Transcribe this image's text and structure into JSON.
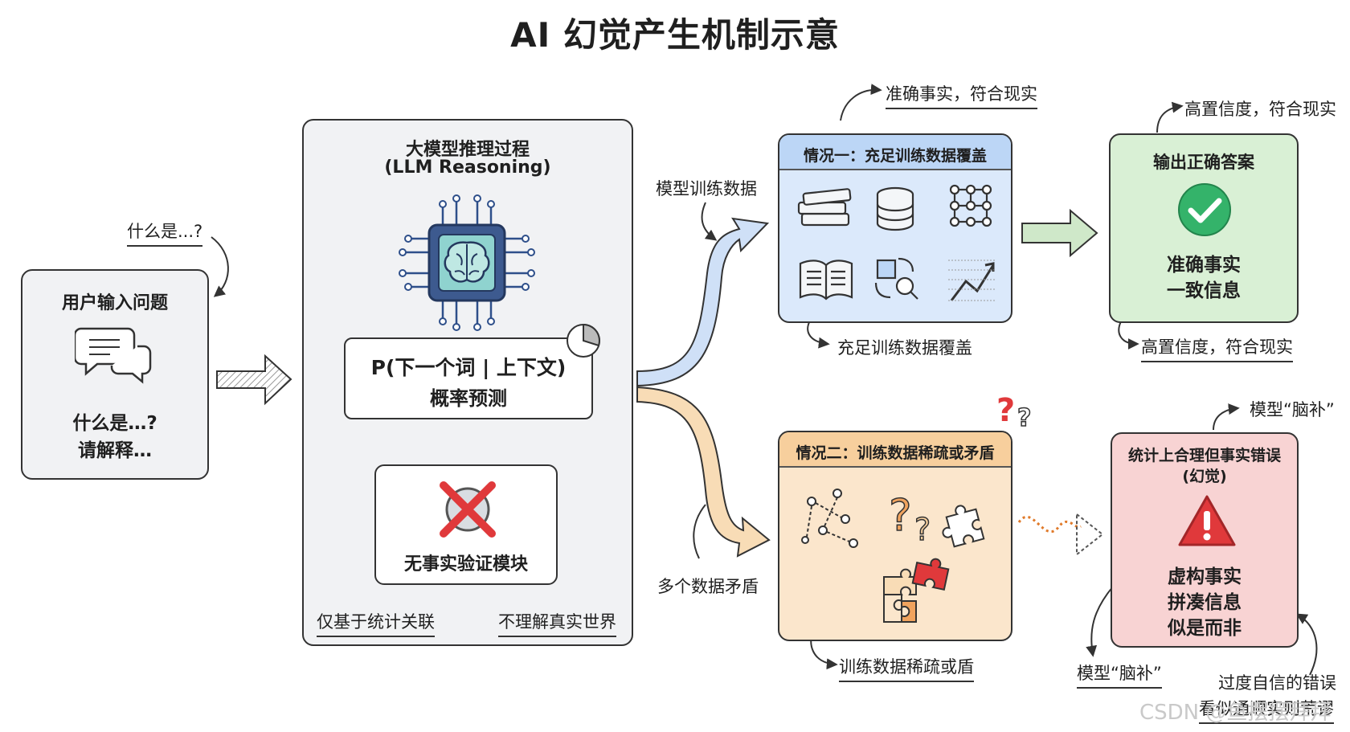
{
  "title": "AI 幻觉产生机制示意",
  "user_box": {
    "heading": "用户输入问题",
    "q_line1": "什么是…?",
    "q_line2": "请解释…",
    "annotation": "什么是...?"
  },
  "llm_box": {
    "heading_line1": "大模型推理过程",
    "heading_line2": "(LLM Reasoning)",
    "prob_line1": "P(下一个词 | 上下文)",
    "prob_line2": "概率预测",
    "no_verify": "无事实验证模块",
    "left_note": "仅基于统计关联",
    "right_note": "不理解真实世界"
  },
  "flow_labels": {
    "upper": "模型训练数据",
    "lower": "多个数据矛盾"
  },
  "case1": {
    "header": "情况一：充足训练数据覆盖",
    "top_note": "准确事实，符合现实",
    "bottom_note": "充足训练数据覆盖"
  },
  "output_correct": {
    "heading": "输出正确答案",
    "line1": "准确事实",
    "line2": "一致信息",
    "top_note": "高置信度，符合现实",
    "bottom_note": "高置信度，符合现实"
  },
  "case2": {
    "header": "情况二：训练数据稀疏或矛盾",
    "bottom_note": "训练数据稀疏或盾"
  },
  "output_wrong": {
    "heading_line1": "统计上合理但事实错误",
    "heading_line2": "(幻觉)",
    "line1": "虚构事实",
    "line2": "拼凑信息",
    "line3": "似是而非",
    "top_note": "模型“脑补”",
    "left_note": "模型“脑补”",
    "right_note_line1": "过度自信的错误",
    "right_note_line2": "看似通顺实则荒谬"
  },
  "watermark": "CSDN @鱼摆摆拜拜",
  "colors": {
    "blue_fill": "#dbe9fb",
    "blue_header": "#bcd6f6",
    "green_fill": "#d9f0d5",
    "green_check": "#34b36a",
    "orange_fill": "#fbe6cc",
    "orange_header": "#f7cf9d",
    "red_fill": "#f8d3d3",
    "red_warn": "#e0393b",
    "gray_fill": "#f1f2f4"
  }
}
